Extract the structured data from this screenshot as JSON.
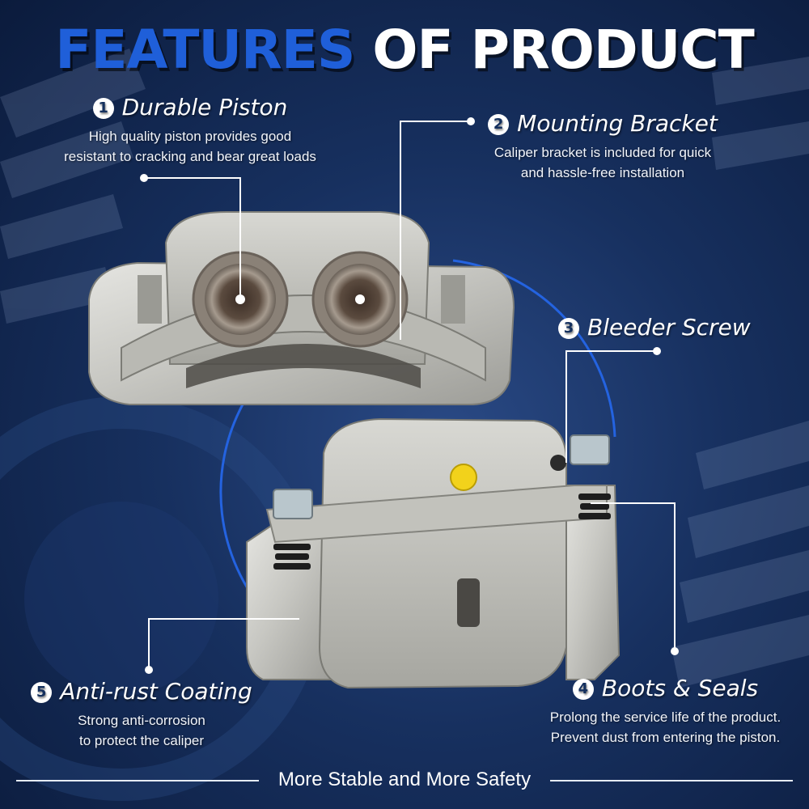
{
  "title": {
    "part1": "FEATURES",
    "part2": "OF PRODUCT"
  },
  "features": [
    {
      "number": "①",
      "title": "Durable Piston",
      "description_lines": [
        "High quality piston provides good",
        "resistant to cracking and bear great loads"
      ]
    },
    {
      "number": "②",
      "title": "Mounting Bracket",
      "description_lines": [
        "Caliper bracket is included for quick",
        "and hassle-free installation"
      ]
    },
    {
      "number": "③",
      "title": "Bleeder Screw",
      "description_lines": []
    },
    {
      "number": "④",
      "title": "Boots & Seals",
      "description_lines": [
        "Prolong the service life of the product.",
        "Prevent dust from entering the piston."
      ]
    },
    {
      "number": "⑤",
      "title": "Anti-rust Coating",
      "description_lines": [
        "Strong anti-corrosion",
        "to protect the caliper"
      ]
    }
  ],
  "tagline": "More Stable and More Safety",
  "colors": {
    "accent_blue": "#1f5fd9",
    "background_navy": "#17305f",
    "text_white": "#ffffff",
    "metal_silver": "#c9c9c4",
    "bleeder_cap_yellow": "#f2d21b"
  }
}
